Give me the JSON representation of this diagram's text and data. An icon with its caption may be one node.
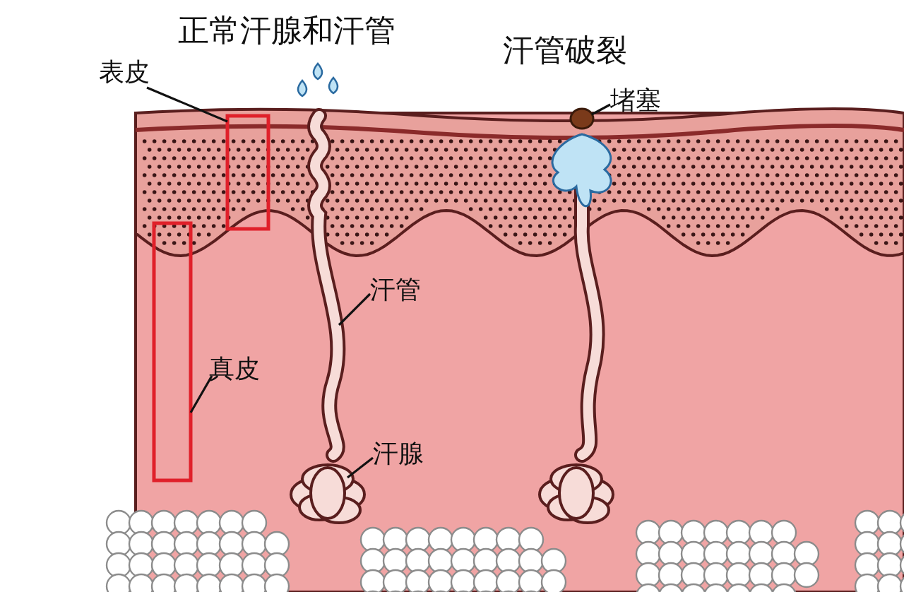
{
  "diagram": {
    "nodes": [
      {
        "text": [
          "表皮"
        ]
      },
      {
        "text": [],
        "shape": "box"
      },
      {
        "text": [
          "真皮"
        ]
      },
      {
        "text": [],
        "shape": "box"
      },
      {
        "text": [
          "汗管"
        ]
      },
      {
        "text": [],
        "shape": "picture"
      },
      {
        "text": [
          "汗腺"
        ]
      },
      {
        "text": [],
        "shape": "picture"
      },
      {
        "text": [
          "堵塞"
        ]
      },
      {
        "text": [],
        "shape": "circle"
      },
      {
        "text": [],
        "shape": "picture"
      }
    ],
    "edges": [
      {
        "from": 0,
        "to": 1,
        "arrow": "none"
      },
      {
        "from": 2,
        "to": 3,
        "arrow": "none"
      },
      {
        "from": 4,
        "to": 5,
        "arrow": "none"
      },
      {
        "from": 6,
        "to": 7,
        "arrow": "none"
      },
      {
        "from": 8,
        "to": 9,
        "arrow": "none"
      }
    ],
    "labels": [
      "正常汗腺和汗管",
      "汗管破裂"
    ]
  }
}
